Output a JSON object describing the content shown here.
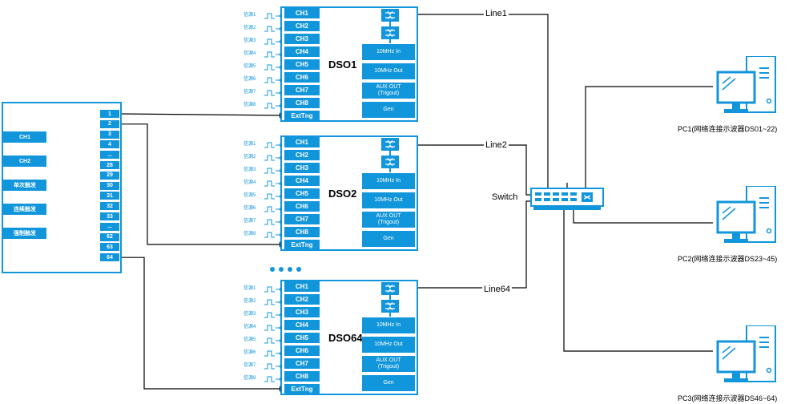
{
  "controller": {
    "buttons": [
      "CH1",
      "CH2",
      "单次触发",
      "连续触发",
      "强制触发"
    ],
    "ports": [
      "1",
      "2",
      "3",
      "4",
      "...",
      "28",
      "29",
      "30",
      "31",
      "32",
      "33",
      "...",
      "62",
      "63",
      "64"
    ]
  },
  "scopes": [
    {
      "name": "DSO1",
      "line": "Line1"
    },
    {
      "name": "DSO2",
      "line": "Line2"
    },
    {
      "name": "DSO64",
      "line": "Line64"
    }
  ],
  "scope_common": {
    "signals": [
      "信源1",
      "信源2",
      "信源3",
      "信源4",
      "信源5",
      "信源6",
      "信源7",
      "信源8"
    ],
    "channels": [
      "CH1",
      "CH2",
      "CH3",
      "CH4",
      "CH5",
      "CH6",
      "CH7",
      "CH8",
      "ExtTng"
    ],
    "buttons": [
      {
        "main": "10MHz In",
        "sub": ""
      },
      {
        "main": "10MHz Out",
        "sub": ""
      },
      {
        "main": "AUX OUT",
        "sub": "(Trigout)"
      },
      {
        "main": "Gen",
        "sub": ""
      }
    ]
  },
  "switch": {
    "label": "Switch"
  },
  "pcs": [
    {
      "label": "PC1(网络连接示波器DS01~22)"
    },
    {
      "label": "PC2(网络连接示波器DS23~45)"
    },
    {
      "label": "PC3(网络连接示波器DS46~64)"
    }
  ],
  "colors": {
    "accent": "#1296db",
    "wire": "#000000"
  }
}
